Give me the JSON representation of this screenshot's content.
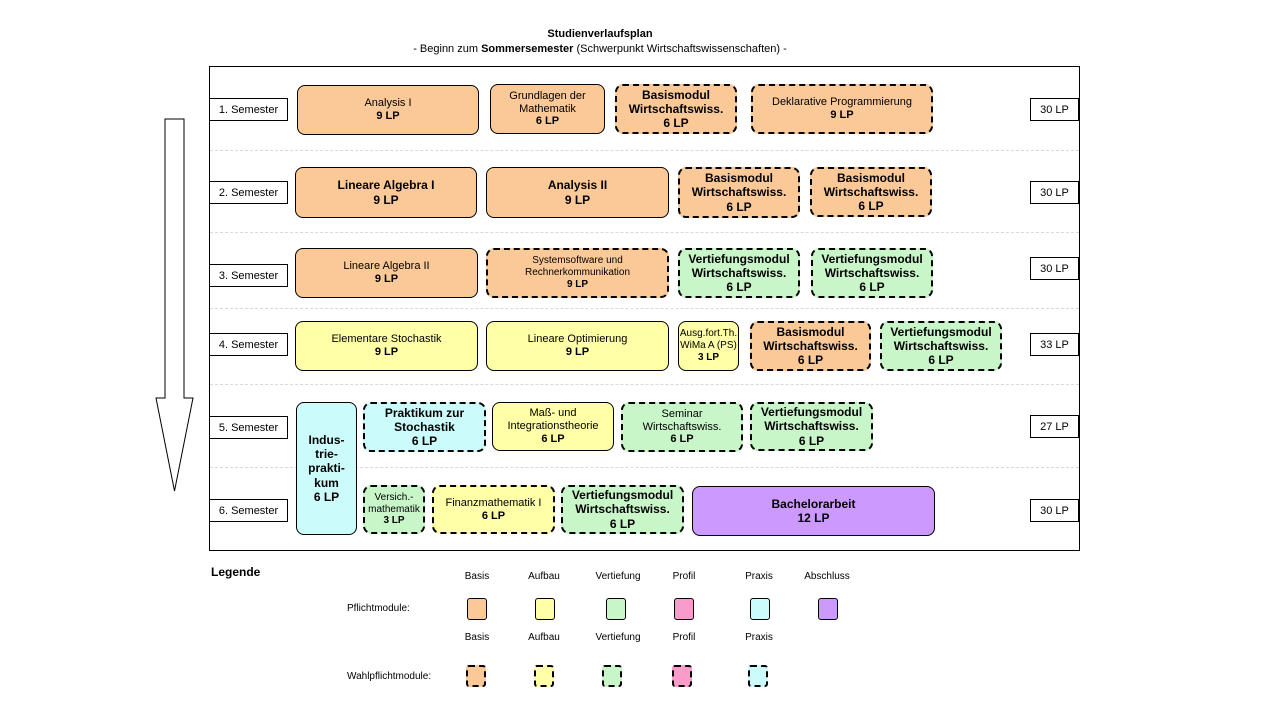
{
  "header": {
    "title": "Studienverlaufsplan",
    "subtitle_pre": "- Beginn zum ",
    "subtitle_bold": "Sommersemester",
    "subtitle_post": " (Schwerpunkt Wirtschaftswissenschaften) -"
  },
  "semesters": [
    {
      "label": "1. Semester",
      "lp": "30 LP"
    },
    {
      "label": "2. Semester",
      "lp": "30 LP"
    },
    {
      "label": "3. Semester",
      "lp": "30 LP"
    },
    {
      "label": "4. Semester",
      "lp": "33 LP"
    },
    {
      "label": "5. Semester",
      "lp": "27 LP"
    },
    {
      "label": "6. Semester",
      "lp": "30 LP"
    }
  ],
  "modules": {
    "analysis1": {
      "name": "Analysis I",
      "credits": "9 LP"
    },
    "grundlagen": {
      "name": "Grundlagen der Mathematik",
      "credits": "6 LP"
    },
    "basis_ww_1": {
      "name": "Basismodul Wirtschaftswiss.",
      "credits": "6 LP"
    },
    "deklarativ": {
      "name": "Deklarative Programmierung",
      "credits": "9 LP"
    },
    "la1": {
      "name": "Lineare Algebra I",
      "credits": "9 LP"
    },
    "analysis2": {
      "name": "Analysis II",
      "credits": "9 LP"
    },
    "basis_ww_2a": {
      "name": "Basismodul Wirtschaftswiss.",
      "credits": "6 LP"
    },
    "basis_ww_2b": {
      "name": "Basismodul Wirtschaftswiss.",
      "credits": "6 LP"
    },
    "la2": {
      "name": "Lineare Algebra II",
      "credits": "9 LP"
    },
    "systemsoftware": {
      "name": "Systemsoftware und Rechnerkommunikation",
      "credits": "9 LP"
    },
    "vert_ww_3a": {
      "name": "Vertiefungsmodul Wirtschaftswiss.",
      "credits": "6 LP"
    },
    "vert_ww_3b": {
      "name": "Vertiefungsmodul Wirtschaftswiss.",
      "credits": "6 LP"
    },
    "stochastik": {
      "name": "Elementare Stochastik",
      "credits": "9 LP"
    },
    "optimierung": {
      "name": "Lineare Optimierung",
      "credits": "9 LP"
    },
    "ausgfort": {
      "name": "Ausg.fort.Th. WiMa A (PS)",
      "credits": "3 LP"
    },
    "basis_ww_4": {
      "name": "Basismodul Wirtschaftswiss.",
      "credits": "6 LP"
    },
    "vert_ww_4": {
      "name": "Vertiefungsmodul Wirtschaftswiss.",
      "credits": "6 LP"
    },
    "industrie": {
      "name": "Indus-trie-prakti-kum",
      "credits": "6 LP"
    },
    "praktikum_stoch": {
      "name": "Praktikum zur Stochastik",
      "credits": "6 LP"
    },
    "mass": {
      "name": "Maß- und Integrationstheorie",
      "credits": "6 LP"
    },
    "seminar": {
      "name": "Seminar Wirtschaftswiss.",
      "credits": "6 LP"
    },
    "vert_ww_5": {
      "name": "Vertiefungsmodul Wirtschaftswiss.",
      "credits": "6 LP"
    },
    "versich": {
      "name": "Versich.-mathematik",
      "credits": "3 LP"
    },
    "finanz": {
      "name": "Finanzmathematik I",
      "credits": "6 LP"
    },
    "vert_ww_6": {
      "name": "Vertiefungsmodul Wirtschaftswiss.",
      "credits": "6 LP"
    },
    "bachelor": {
      "name": "Bachelorarbeit",
      "credits": "12 LP"
    }
  },
  "legend": {
    "title": "Legende",
    "pflicht_label": "Pflichtmodule:",
    "wahl_label": "Wahlpflichtmodule:",
    "categories": [
      "Basis",
      "Aufbau",
      "Vertiefung",
      "Profil",
      "Praxis",
      "Abschluss"
    ],
    "wahl_categories": [
      "Basis",
      "Aufbau",
      "Vertiefung",
      "Profil",
      "Praxis"
    ]
  },
  "colors": {
    "basis": "#fbc997",
    "aufbau": "#ffffa7",
    "vertiefung": "#c9f6c9",
    "profil": "#f99ccc",
    "praxis": "#ccfbfb",
    "abschluss": "#cc99ff"
  }
}
